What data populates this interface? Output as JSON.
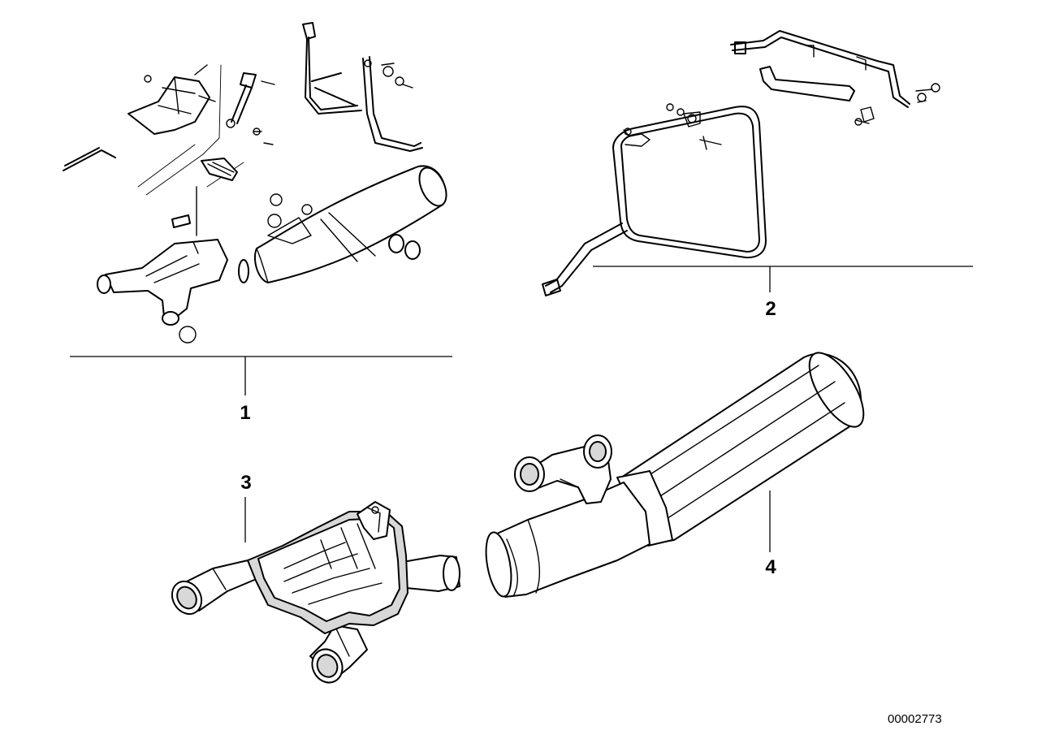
{
  "diagram": {
    "callouts": {
      "c1": "1",
      "c2": "2",
      "c3": "3",
      "c4": "4"
    },
    "diagram_id": "00002773"
  },
  "parts": [
    {
      "callout": "1",
      "icon": "exhaust-system-assembly-icon"
    },
    {
      "callout": "2",
      "icon": "luggage-carrier-frame-icon"
    },
    {
      "callout": "3",
      "icon": "exhaust-manifold-collector-icon"
    },
    {
      "callout": "4",
      "icon": "rear-silencer-muffler-icon"
    }
  ],
  "colors": {
    "ink": "#000000",
    "background": "#ffffff",
    "shading": "#d8d8d8"
  }
}
